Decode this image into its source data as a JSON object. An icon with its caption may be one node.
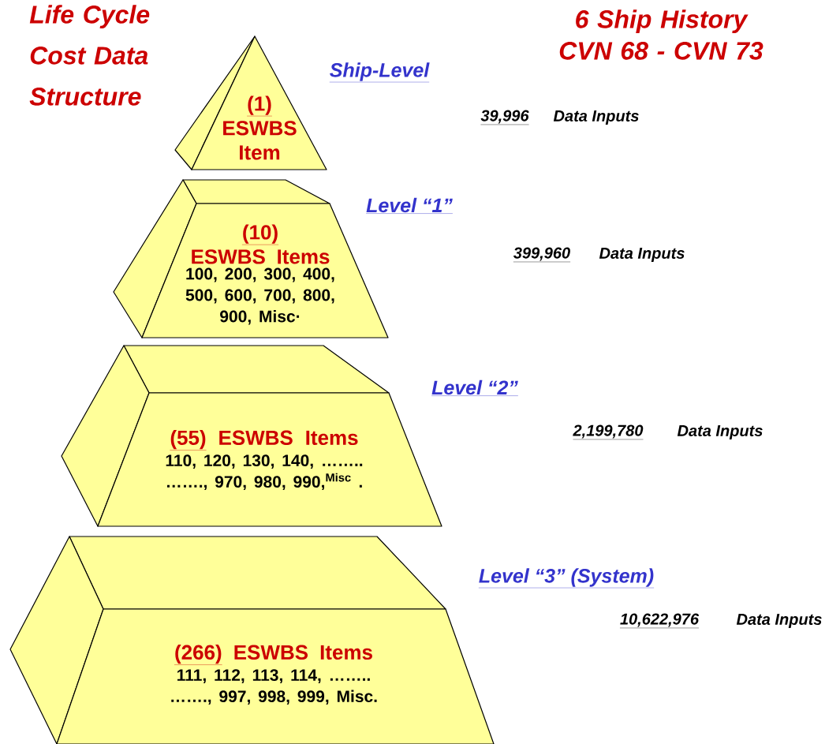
{
  "diagram": {
    "title": "Life Cycle Cost Data Structure",
    "nodes": [
      {
        "text": [
          "(1)",
          "ESWBS Item"
        ],
        "beside": [
          "Ship-Level",
          "39,996",
          "Data Inputs"
        ]
      },
      {
        "text": [
          "(10)",
          "ESWBS Items",
          "100, 200, 300, 400, 500, 600, 700, 800, 900, Misc·"
        ],
        "beside": [
          "Level “1”",
          "399,960",
          "Data Inputs"
        ]
      },
      {
        "text": [
          "(55)",
          "ESWBS Items",
          "110, 120, 130, 140, …….. ……., 970, 980, 990,$^{Misc}$ ."
        ],
        "beside": [
          "Level “2”",
          "2,199,780",
          "Data Inputs"
        ]
      },
      {
        "text": [
          "(266)",
          "ESWBS Items",
          "111, 112, 113, 114, …….. ……., 997, 998, 999, Misc."
        ],
        "beside": [
          "Level “3” (System)",
          "10,622,976",
          "Data Inputs"
        ]
      }
    ],
    "labels": [
      "6 Ship History CVN 68 - CVN 73"
    ]
  }
}
